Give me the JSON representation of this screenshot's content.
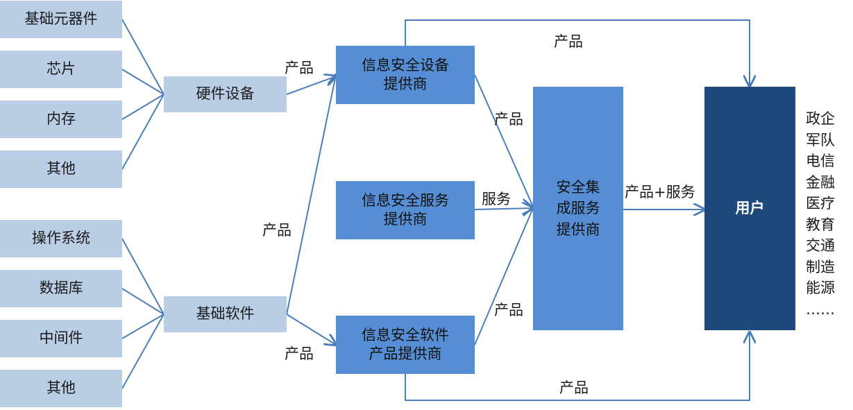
{
  "sources_hw": [
    "基础元器件",
    "芯片",
    "内存",
    "其他"
  ],
  "sources_sw": [
    "操作系统",
    "数据库",
    "中间件",
    "其他"
  ],
  "hardware": "硬件设备",
  "software": "基础软件",
  "providers": {
    "device": [
      "信息安全设备",
      "提供商"
    ],
    "service": [
      "信息安全服务",
      "提供商"
    ],
    "software": [
      "信息安全软件",
      "产品提供商"
    ]
  },
  "integrator": [
    "安全集",
    "成服务",
    "提供商"
  ],
  "user": "用户",
  "edge_labels": {
    "hw_to_device": "产品",
    "sw_to_device": "产品",
    "sw_to_software": "产品",
    "device_to_integrator": "产品",
    "service_to_integrator": "服务",
    "software_to_integrator": "产品",
    "integrator_to_user": "产品+服务",
    "device_to_user_top": "产品",
    "software_to_user_bottom": "产品"
  },
  "user_sectors": [
    "政企",
    "军队",
    "电信",
    "金融",
    "医疗",
    "教育",
    "交通",
    "制造",
    "能源",
    "……"
  ],
  "colors": {
    "light_box": "#b9cde5",
    "mid_box": "#558ed5",
    "dark_box": "#1f497d",
    "connector": "#4a7ebb"
  }
}
